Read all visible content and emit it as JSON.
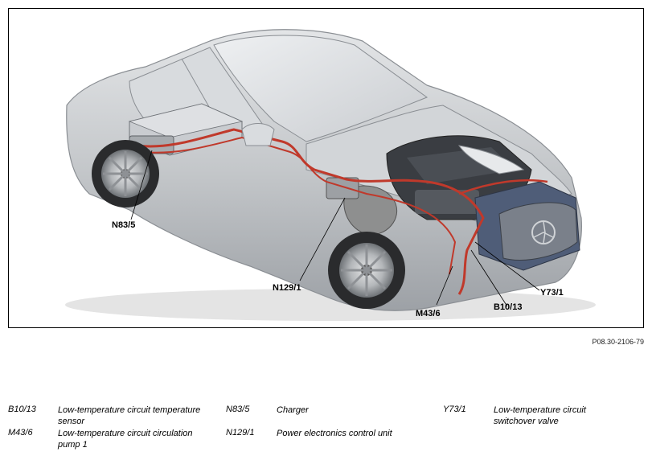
{
  "figure_ref": "P08.30-2106-79",
  "callouts": {
    "n83_5": "N83/5",
    "n129_1": "N129/1",
    "m43_6": "M43/6",
    "b10_13": "B10/13",
    "y73_1": "Y73/1"
  },
  "legend": [
    {
      "code": "B10/13",
      "desc": "Low-temperature circuit temperature sensor"
    },
    {
      "code": "M43/6",
      "desc": "Low-temperature circuit circulation pump 1"
    },
    {
      "code": "N83/5",
      "desc": "Charger"
    },
    {
      "code": "N129/1",
      "desc": "Power electronics control unit"
    },
    {
      "code": "Y73/1",
      "desc": "Low-temperature circuit switchover valve"
    }
  ],
  "colors": {
    "coolant_line": "#c0392b",
    "car_body": "#c7cacd",
    "engine": "#3a3d42",
    "radiator": "#4f5d78"
  }
}
